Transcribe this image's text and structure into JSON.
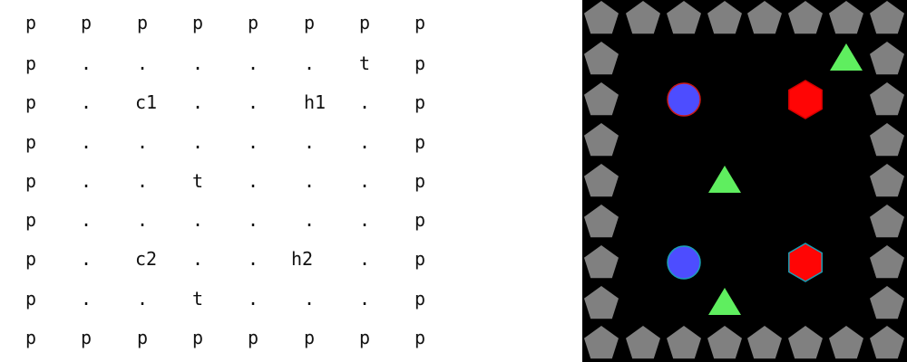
{
  "grid": [
    [
      "p",
      "p",
      "p",
      "p",
      "p",
      "p",
      "p",
      "p"
    ],
    [
      "p",
      ".",
      ".",
      ".",
      ".",
      ".",
      "t",
      "p"
    ],
    [
      "p",
      ".",
      "c1",
      ".",
      ".",
      "h1",
      ".",
      "p"
    ],
    [
      "p",
      ".",
      ".",
      ".",
      ".",
      ".",
      ".",
      "p"
    ],
    [
      "p",
      ".",
      ".",
      "t",
      ".",
      ".",
      ".",
      "p"
    ],
    [
      "p",
      ".",
      ".",
      ".",
      ".",
      ".",
      ".",
      "p"
    ],
    [
      "p",
      ".",
      "c2",
      ".",
      ".",
      "h2",
      ".",
      "p"
    ],
    [
      "p",
      ".",
      ".",
      "t",
      ".",
      ".",
      ".",
      "p"
    ],
    [
      "p",
      "p",
      "p",
      "p",
      "p",
      "p",
      "p",
      "p"
    ]
  ],
  "legend": {
    "p": "pentagon",
    "t": "triangle",
    "c1": "circle",
    "c2": "circle",
    "h1": "hexagon",
    "h2": "hexagon",
    ".": "empty"
  },
  "colors": {
    "page_background": "#ffffff",
    "board_background": "#000000",
    "pentagon_fill": "#808080",
    "triangle_fill": "#5fee5f",
    "circle_fill": "#4d4dff",
    "hexagon_fill": "#ff0505",
    "c1_outline": "#cc1a1a",
    "c2_outline": "#1a9fb5",
    "h1_outline": "#d40000",
    "h2_outline": "#1a9fb5"
  }
}
